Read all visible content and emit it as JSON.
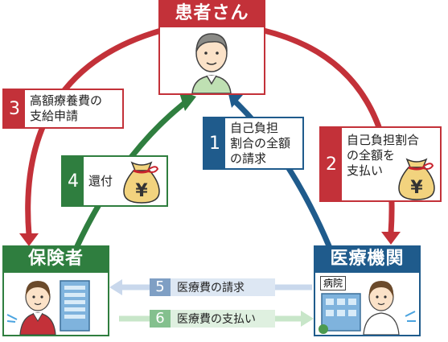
{
  "nodes": {
    "patient": {
      "title": "患者さん",
      "color": "#c33139"
    },
    "insurer": {
      "title": "保険者",
      "color": "#2f7e3f"
    },
    "medical": {
      "title": "医療機関",
      "color": "#1f5b8c",
      "hospital_sign": "病院"
    }
  },
  "flows": [
    {
      "num": "1",
      "text": "自己負担\n割合の全額\nの請求",
      "color": "#1f5b8c"
    },
    {
      "num": "2",
      "text": "自己負担割合\nの全額を\n支払い",
      "color": "#c33139"
    },
    {
      "num": "3",
      "text": "高額療養費の\n支給申請",
      "color": "#c33139"
    },
    {
      "num": "4",
      "text": "還付",
      "color": "#2f7e3f"
    },
    {
      "num": "5",
      "text": "医療費の請求",
      "color": "#7f9fc4"
    },
    {
      "num": "6",
      "text": "医療費の支払い",
      "color": "#84c08e"
    }
  ],
  "money_symbol": "¥",
  "colors": {
    "red": "#c33139",
    "green": "#2f7e3f",
    "blue": "#1f5b8c",
    "light_blue": "#c9d8ec",
    "light_green": "#c8e6c9",
    "bag": "#f2d37e",
    "bag_tie": "#c8232c"
  }
}
